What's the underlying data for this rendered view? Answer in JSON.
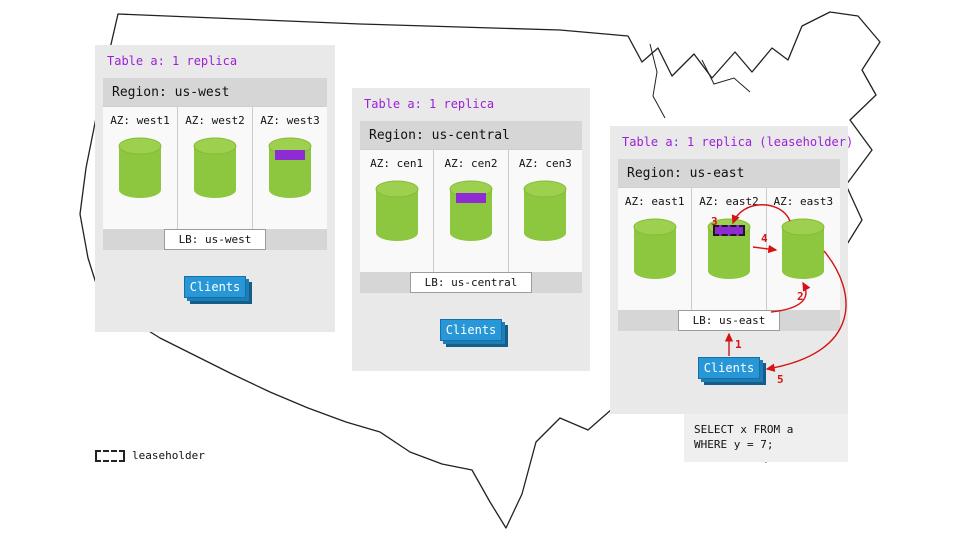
{
  "regions": [
    {
      "table_label": "Table a: 1 replica",
      "region_label": "Region: us-west",
      "azs": [
        {
          "label": "AZ: west1",
          "replica": false,
          "leaseholder": false
        },
        {
          "label": "AZ: west2",
          "replica": false,
          "leaseholder": false
        },
        {
          "label": "AZ: west3",
          "replica": true,
          "leaseholder": false
        }
      ],
      "lb_label": "LB: us-west",
      "clients_label": "Clients"
    },
    {
      "table_label": "Table a: 1 replica",
      "region_label": "Region: us-central",
      "azs": [
        {
          "label": "AZ: cen1",
          "replica": false,
          "leaseholder": false
        },
        {
          "label": "AZ: cen2",
          "replica": true,
          "leaseholder": false
        },
        {
          "label": "AZ: cen3",
          "replica": false,
          "leaseholder": false
        }
      ],
      "lb_label": "LB: us-central",
      "clients_label": "Clients"
    },
    {
      "table_label": "Table a: 1 replica (leaseholder)",
      "region_label": "Region: us-east",
      "azs": [
        {
          "label": "AZ: east1",
          "replica": false,
          "leaseholder": false
        },
        {
          "label": "AZ: east2",
          "replica": true,
          "leaseholder": true
        },
        {
          "label": "AZ: east3",
          "replica": false,
          "leaseholder": false
        }
      ],
      "lb_label": "LB: us-east",
      "clients_label": "Clients"
    }
  ],
  "flow": {
    "steps": [
      "1",
      "2",
      "3",
      "4",
      "5"
    ]
  },
  "sql": {
    "line1": "SELECT x FROM a",
    "line2": "WHERE y = 7;"
  },
  "legend": {
    "label": "leaseholder",
    "swatch_icon": "dashed-box-icon"
  },
  "colors": {
    "replica_green": "#8dc73f",
    "replica_purple": "#8e2bd3",
    "accent_purple": "#9d1fd6",
    "flow_red": "#d41414",
    "clients_blue": "#2797d8"
  }
}
